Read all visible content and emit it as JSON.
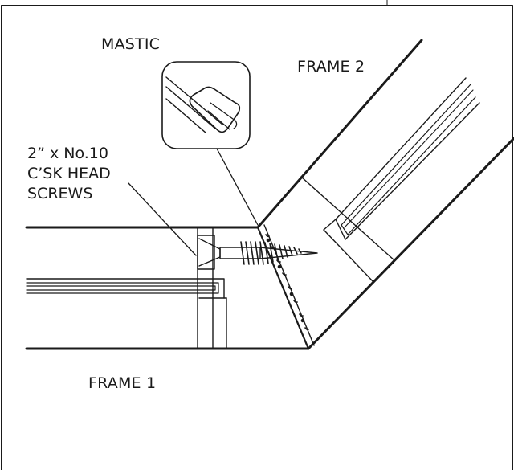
{
  "labels": {
    "mastic": "MASTIC",
    "frame2": "FRAME 2",
    "frame1": "FRAME 1",
    "screws": [
      "2” x No.10",
      "C’SK HEAD",
      "SCREWS"
    ]
  },
  "colors": {
    "line": "#1a1a1a",
    "background": "#ffffff"
  }
}
